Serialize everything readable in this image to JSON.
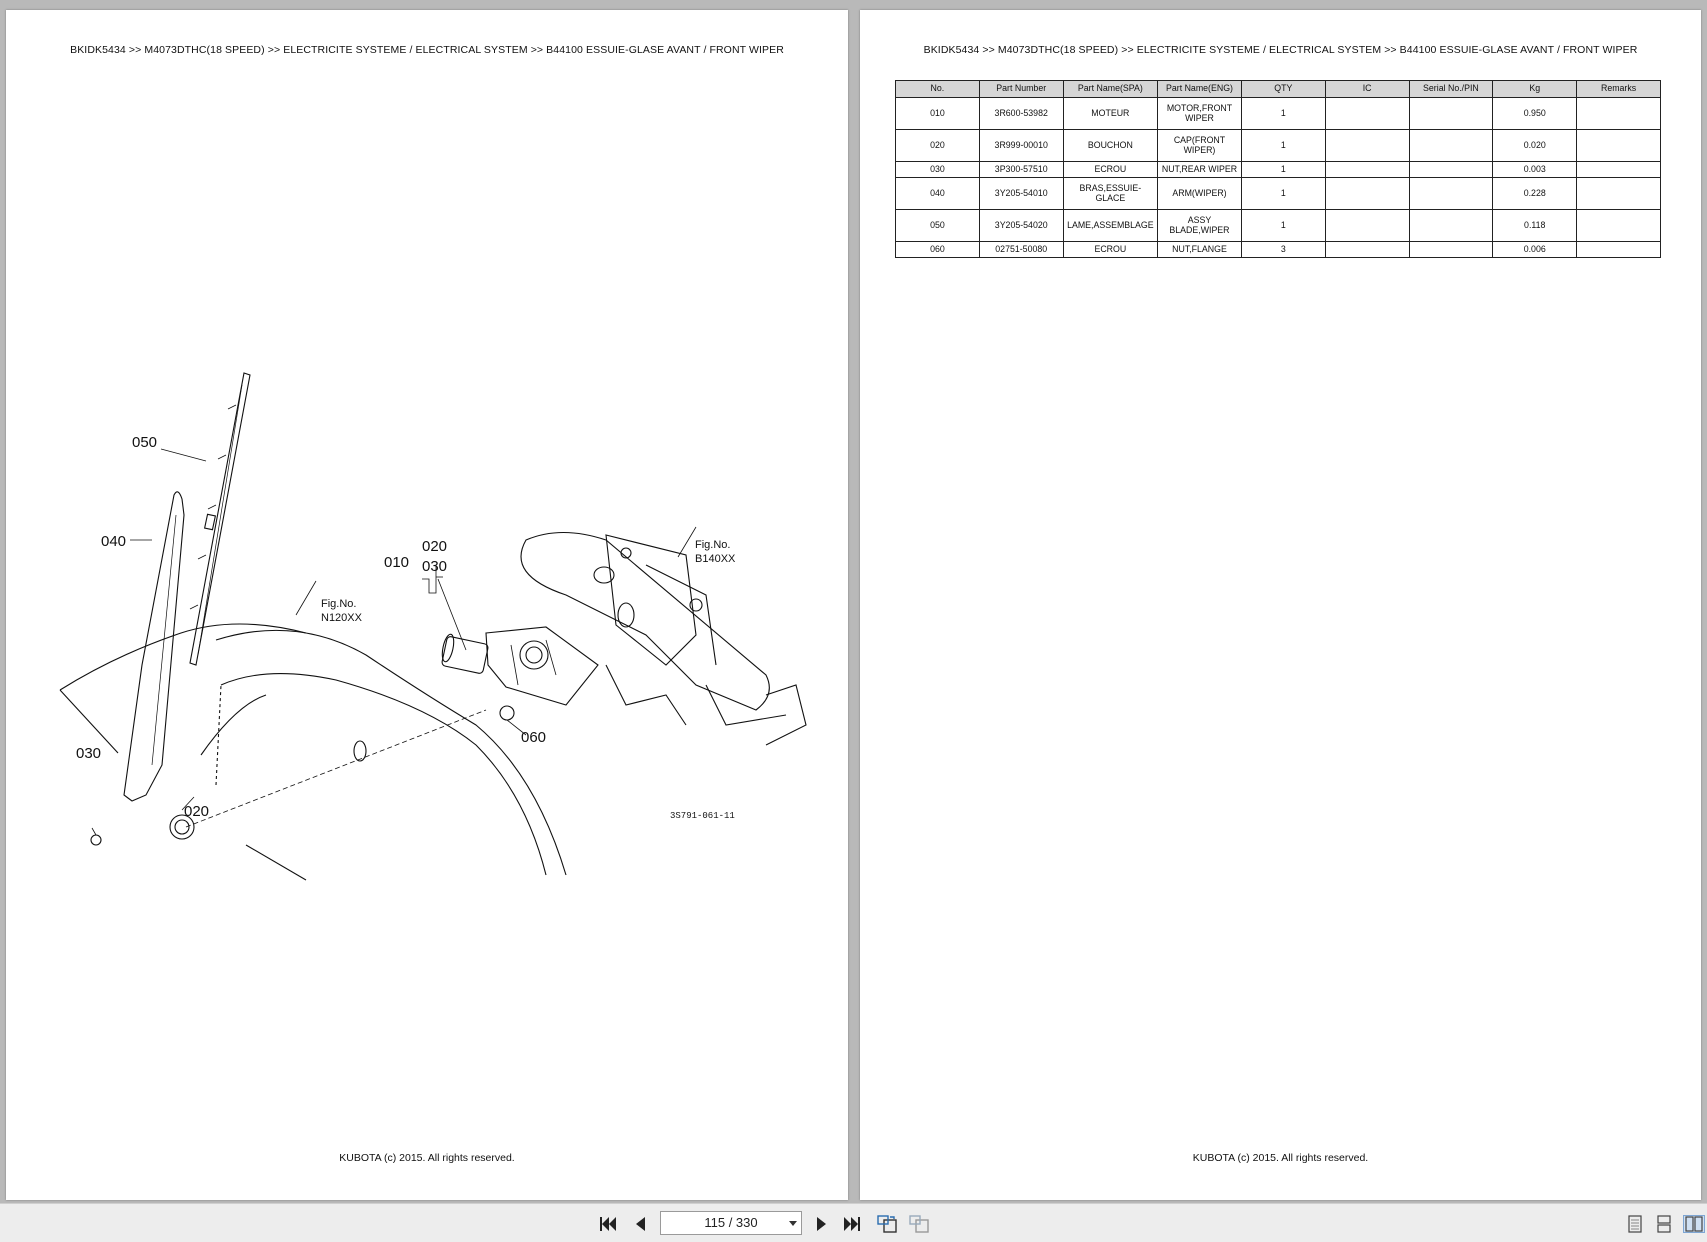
{
  "left_page": {
    "breadcrumb": "BKIDK5434 >> M4073DTHC(18 SPEED) >> ELECTRICITE SYSTEME / ELECTRICAL SYSTEM >> B44100   ESSUIE-GLASE AVANT / FRONT WIPER",
    "footer": "KUBOTA (c) 2015. All rights reserved.",
    "diagram": {
      "callouts": {
        "c050": "050",
        "c040": "040",
        "c010": "010",
        "c020a": "020",
        "c030a": "030",
        "c060": "060",
        "c030b": "030",
        "c020b": "020"
      },
      "fig_n120_line1": "Fig.No.",
      "fig_n120_line2": "N120XX",
      "fig_b140_line1": "Fig.No.",
      "fig_b140_line2": "B140XX",
      "drawing_number": "3S791-061-11"
    }
  },
  "right_page": {
    "breadcrumb": "BKIDK5434 >> M4073DTHC(18 SPEED) >> ELECTRICITE SYSTEME / ELECTRICAL SYSTEM >> B44100   ESSUIE-GLASE AVANT / FRONT WIPER",
    "footer": "KUBOTA (c) 2015. All rights reserved.",
    "table": {
      "headers": [
        "No.",
        "Part Number",
        "Part Name(SPA)",
        "Part Name(ENG)",
        "QTY",
        "IC",
        "Serial No./PIN",
        "Kg",
        "Remarks"
      ],
      "rows": [
        [
          "010",
          "3R600-53982",
          "MOTEUR",
          "MOTOR,FRONT WIPER",
          "1",
          "",
          "",
          "0.950",
          ""
        ],
        [
          "020",
          "3R999-00010",
          "BOUCHON",
          "CAP(FRONT WIPER)",
          "1",
          "",
          "",
          "0.020",
          ""
        ],
        [
          "030",
          "3P300-57510",
          "ECROU",
          "NUT,REAR WIPER",
          "1",
          "",
          "",
          "0.003",
          ""
        ],
        [
          "040",
          "3Y205-54010",
          "BRAS,ESSUIE-GLACE",
          "ARM(WIPER)",
          "1",
          "",
          "",
          "0.228",
          ""
        ],
        [
          "050",
          "3Y205-54020",
          "LAME,ASSEMBLAGE",
          "ASSY BLADE,WIPER",
          "1",
          "",
          "",
          "0.118",
          ""
        ],
        [
          "060",
          "02751-50080",
          "ECROU",
          "NUT,FLANGE",
          "3",
          "",
          "",
          "0.006",
          ""
        ]
      ]
    }
  },
  "toolbar": {
    "page_indicator": "115 / 330",
    "icons": [
      "first-page-icon",
      "previous-page-icon",
      "next-page-icon",
      "last-page-icon",
      "rotate-view-icon",
      "compare-view-icon",
      "single-page-view-icon",
      "continuous-view-icon",
      "two-page-view-icon"
    ]
  }
}
